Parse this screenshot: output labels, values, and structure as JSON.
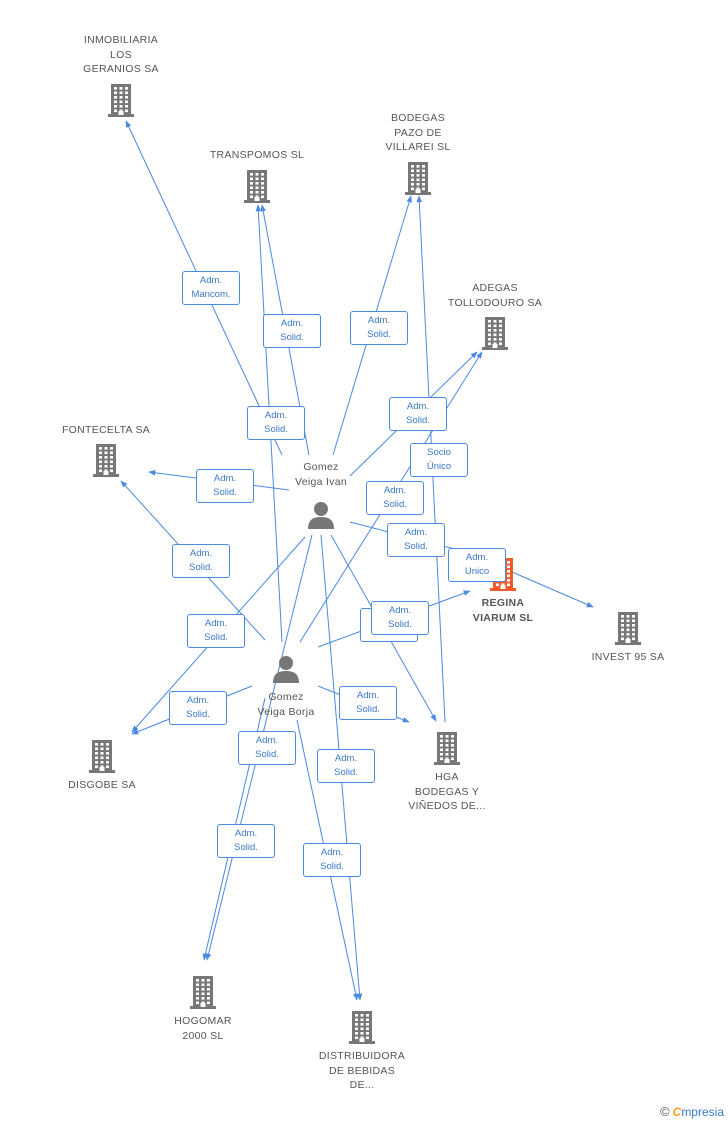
{
  "colors": {
    "edge": "#4a8ae0",
    "building": "#777777",
    "focus": "#f05a28",
    "person": "#777777"
  },
  "nodes": [
    {
      "id": "inmobiliaria",
      "type": "company",
      "lines": [
        "INMOBILIARIA",
        "LOS",
        "GERANIOS SA"
      ]
    },
    {
      "id": "transpomos",
      "type": "company",
      "lines": [
        "TRANSPOMOS SL"
      ]
    },
    {
      "id": "bodegas_pazo",
      "type": "company",
      "lines": [
        "BODEGAS",
        "PAZO DE",
        "VILLAREI SL"
      ]
    },
    {
      "id": "adegas",
      "type": "company",
      "lines": [
        "ADEGAS",
        "TOLLODOURO SA"
      ]
    },
    {
      "id": "fontecelta",
      "type": "company",
      "lines": [
        "FONTECELTA SA"
      ]
    },
    {
      "id": "gomez_ivan",
      "type": "person",
      "lines": [
        "Gomez",
        "Veiga Ivan"
      ]
    },
    {
      "id": "regina",
      "type": "focus",
      "lines": [
        "REGINA",
        "VIARUM SL"
      ]
    },
    {
      "id": "invest95",
      "type": "company",
      "lines": [
        "INVEST 95 SA"
      ]
    },
    {
      "id": "gomez_borja",
      "type": "person",
      "lines": [
        "Gomez",
        "Veiga Borja"
      ]
    },
    {
      "id": "disgobe",
      "type": "company",
      "lines": [
        "DISGOBE SA"
      ]
    },
    {
      "id": "hga",
      "type": "company",
      "lines": [
        "HGA",
        "BODEGAS Y",
        "VIÑEDOS DE..."
      ]
    },
    {
      "id": "hogomar",
      "type": "company",
      "lines": [
        "HOGOMAR",
        "2000 SL"
      ]
    },
    {
      "id": "distribuidora",
      "type": "company",
      "lines": [
        "DISTRIBUIDORA",
        "DE BEBIDAS",
        "DE..."
      ]
    }
  ],
  "edges": [
    {
      "from": "gomez_ivan",
      "to": "inmobiliaria",
      "label": [
        "Adm.",
        "Mancom."
      ]
    },
    {
      "from": "gomez_ivan",
      "to": "transpomos",
      "label": [
        "Adm.",
        "Solid."
      ]
    },
    {
      "from": "gomez_borja",
      "to": "transpomos",
      "label": [
        "Adm.",
        "Solid."
      ]
    },
    {
      "from": "gomez_ivan",
      "to": "bodegas_pazo",
      "label": [
        "Adm.",
        "Solid."
      ]
    },
    {
      "from": "hga",
      "to": "bodegas_pazo",
      "label": [
        "Socio",
        "Único"
      ]
    },
    {
      "from": "gomez_ivan",
      "to": "adegas",
      "label": [
        "Adm.",
        "Solid."
      ]
    },
    {
      "from": "gomez_borja",
      "to": "adegas",
      "label": [
        "Adm.",
        "Solid."
      ]
    },
    {
      "from": "gomez_ivan",
      "to": "fontecelta",
      "label": [
        "Adm.",
        "Solid."
      ]
    },
    {
      "from": "gomez_borja",
      "to": "fontecelta",
      "label": [
        "Adm.",
        "Solid."
      ]
    },
    {
      "from": "gomez_ivan",
      "to": "regina",
      "label": [
        "Adm.",
        "Solid."
      ]
    },
    {
      "from": "regina",
      "to": "invest95",
      "label": [
        "Adm.",
        "Unico"
      ]
    },
    {
      "from": "gomez_borja",
      "to": "regina",
      "label": [
        "Adm.",
        "Solid."
      ]
    },
    {
      "from": "gomez_ivan",
      "to": "disgobe",
      "label": [
        "Adm.",
        "Solid."
      ]
    },
    {
      "from": "gomez_borja",
      "to": "disgobe",
      "label": [
        "Adm.",
        "Solid."
      ]
    },
    {
      "from": "gomez_ivan",
      "to": "hga",
      "label": [
        "Adm.",
        "Solid."
      ]
    },
    {
      "from": "gomez_borja",
      "to": "hga",
      "label": [
        "Adm.",
        "Solid."
      ]
    },
    {
      "from": "gomez_ivan",
      "to": "hogomar",
      "label": [
        "Adm.",
        "Solid."
      ]
    },
    {
      "from": "gomez_borja",
      "to": "hogomar",
      "label": [
        "Adm.",
        "Solid."
      ]
    },
    {
      "from": "gomez_ivan",
      "to": "distribuidora",
      "label": [
        "Adm.",
        "Solid."
      ]
    },
    {
      "from": "gomez_borja",
      "to": "distribuidora",
      "label": [
        "Adm.",
        "Solid."
      ]
    }
  ],
  "brand": {
    "copyright": "©",
    "initial": "C",
    "rest": "mpresia"
  }
}
